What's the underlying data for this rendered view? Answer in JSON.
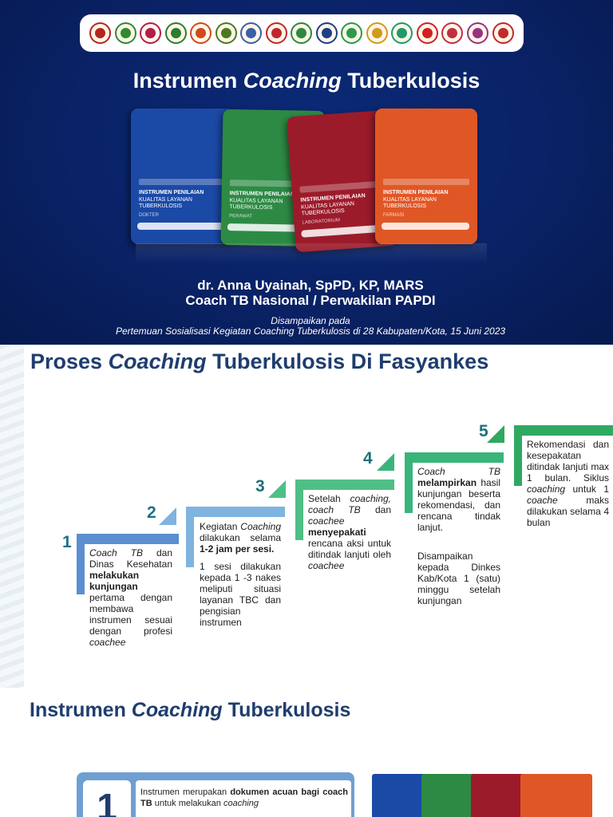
{
  "slide1": {
    "logos": [
      {
        "name": "org-logo-1",
        "color": "#b3261e"
      },
      {
        "name": "org-logo-2",
        "color": "#2f8a2f"
      },
      {
        "name": "org-logo-3",
        "color": "#b01e4a"
      },
      {
        "name": "org-logo-4",
        "color": "#2c7d2c"
      },
      {
        "name": "org-logo-5",
        "color": "#d04a1a"
      },
      {
        "name": "org-logo-6",
        "color": "#4a7a1a"
      },
      {
        "name": "org-logo-7",
        "color": "#3b5fa8"
      },
      {
        "name": "org-logo-8",
        "color": "#c0262c"
      },
      {
        "name": "org-logo-9",
        "color": "#2b8a3e"
      },
      {
        "name": "org-logo-10",
        "color": "#1f3d8a"
      },
      {
        "name": "org-logo-11",
        "color": "#2b9a4a"
      },
      {
        "name": "org-logo-12",
        "color": "#d09a1a"
      },
      {
        "name": "org-logo-13",
        "color": "#1f9a6a"
      },
      {
        "name": "org-logo-14",
        "color": "#d02020"
      },
      {
        "name": "org-logo-15",
        "color": "#c03040"
      },
      {
        "name": "org-logo-16",
        "color": "#9a3080"
      },
      {
        "name": "org-logo-17",
        "color": "#c02a2a"
      }
    ],
    "title_pre": "Instrumen ",
    "title_em": "Coaching",
    "title_post": " Tuberkulosis",
    "books": [
      {
        "title1": "INSTRUMEN PENILAIAN",
        "title2": "KUALITAS LAYANAN",
        "title3": "TUBERKULOSIS",
        "profession": "DOKTER",
        "color": "#1b49a6"
      },
      {
        "title1": "INSTRUMEN PENILAIAN",
        "title2": "KUALITAS LAYANAN",
        "title3": "TUBERKULOSIS",
        "profession": "PERAWAT",
        "color": "#2d8a44"
      },
      {
        "title1": "INSTRUMEN PENILAIAN",
        "title2": "KUALITAS LAYANAN",
        "title3": "TUBERKULOSIS",
        "profession": "LABORATORIUM",
        "color": "#9c1b2b"
      },
      {
        "title1": "INSTRUMEN PENILAIAN",
        "title2": "KUALITAS LAYANAN",
        "title3": "TUBERKULOSIS",
        "profession": "FARMASI",
        "color": "#e05726"
      }
    ],
    "author_line1": "dr. Anna Uyainah, SpPD, KP, MARS",
    "author_line2": "Coach TB Nasional / Perwakilan PAPDI",
    "footer_line1": "Disampaikan pada",
    "footer_line2": "Pertemuan Sosialisasi Kegiatan Coaching Tuberkulosis di 28 Kabupaten/Kota, 15 Juni 2023"
  },
  "slide2": {
    "title_pre": "Proses ",
    "title_em": "Coaching",
    "title_post": " Tuberkulosis Di Fasyankes",
    "steps": [
      {
        "number": "1",
        "color": "#5b8fd0"
      },
      {
        "number": "2",
        "color": "#7fb3e0"
      },
      {
        "number": "3",
        "color": "#4fbf86"
      },
      {
        "number": "4",
        "color": "#39b57a"
      },
      {
        "number": "5",
        "color": "#2fa862"
      }
    ],
    "step1": {
      "a": "Coach TB",
      "b": " dan Dinas Kesehatan ",
      "c": "melakukan kunjungan",
      "d": " pertama dengan membawa instrumen sesuai dengan profesi ",
      "e": "coachee"
    },
    "step2": {
      "a": "Kegiatan ",
      "b": "Coaching",
      "c": " dilakukan selama ",
      "d": "1-2 jam per sesi.",
      "e": "1 sesi dilakukan kepada 1 -3 nakes meliputi situasi layanan TBC dan pengisian instrumen"
    },
    "step3": {
      "a": "Setelah ",
      "b": "coaching, coach TB",
      "c": " dan ",
      "d": "coachee",
      "e": " menyepakati",
      "f": " rencana aksi untuk ditindak lanjuti oleh ",
      "g": "coachee"
    },
    "step4": {
      "a": "Coach TB",
      "b": " melampirkan",
      "c": " hasil kunjungan beserta rekomendasi, dan rencana tindak lanjut.",
      "d": "Disampaikan kepada Dinkes Kab/Kota 1 (satu) minggu setelah kunjungan"
    },
    "step5": {
      "a": "Rekomendasi dan kesepakatan ditindak lanjuti max 1 bulan. Siklus ",
      "b": "coaching",
      "c": " untuk 1 ",
      "d": "coache",
      "e": " maks dilakukan selama 4 bulan"
    }
  },
  "slide3": {
    "title_pre": "Instrumen ",
    "title_em": "Coaching",
    "title_post": " Tuberkulosis",
    "card_number": "1",
    "card_a": "Instrumen merupakan ",
    "card_b": "dokumen acuan bagi coach TB",
    "card_c": " untuk melakukan ",
    "card_d": "coaching",
    "book_colors": [
      "#1b49a6",
      "#2d8a44",
      "#9c1b2b",
      "#e05726"
    ]
  }
}
